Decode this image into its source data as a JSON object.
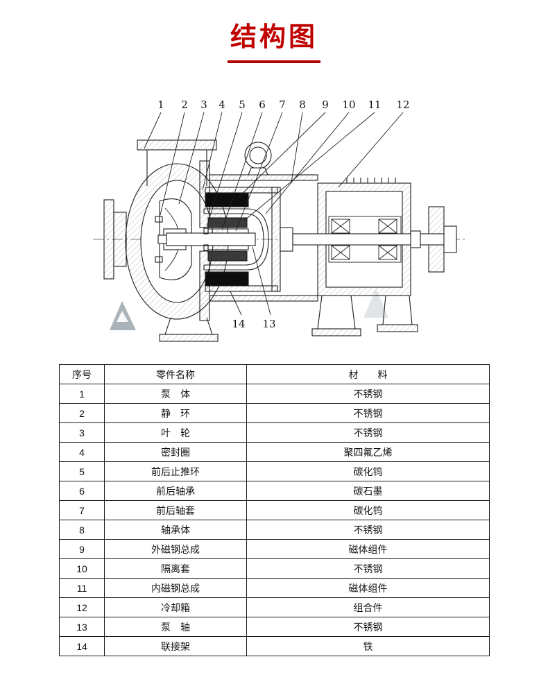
{
  "page": {
    "title": "结构图"
  },
  "colors": {
    "accent_red": "#c00000",
    "magnet_black": "#0d0d0d"
  },
  "diagram": {
    "description": "magnetic-drive-pump-cross-section",
    "top_labels": [
      "1",
      "2",
      "3",
      "4",
      "5",
      "6",
      "7",
      "8",
      "9",
      "10",
      "11",
      "12"
    ],
    "bottom_labels": [
      "14",
      "13"
    ]
  },
  "table": {
    "headers": [
      "序号",
      "零件名称",
      "材　　料"
    ],
    "rows": [
      [
        "1",
        "泵　体",
        "不锈钢"
      ],
      [
        "2",
        "静　环",
        "不锈钢"
      ],
      [
        "3",
        "叶　轮",
        "不锈钢"
      ],
      [
        "4",
        "密封圈",
        "聚四氟乙烯"
      ],
      [
        "5",
        "前后止推环",
        "碳化钨"
      ],
      [
        "6",
        "前后轴承",
        "碳石墨"
      ],
      [
        "7",
        "前后轴套",
        "碳化钨"
      ],
      [
        "8",
        "轴承体",
        "不锈钢"
      ],
      [
        "9",
        "外磁钢总成",
        "磁体组件"
      ],
      [
        "10",
        "隔离套",
        "不锈钢"
      ],
      [
        "11",
        "内磁钢总成",
        "磁体组件"
      ],
      [
        "12",
        "冷却箱",
        "组合件"
      ],
      [
        "13",
        "泵　轴",
        "不锈钢"
      ],
      [
        "14",
        "联接架",
        "铁"
      ]
    ]
  }
}
